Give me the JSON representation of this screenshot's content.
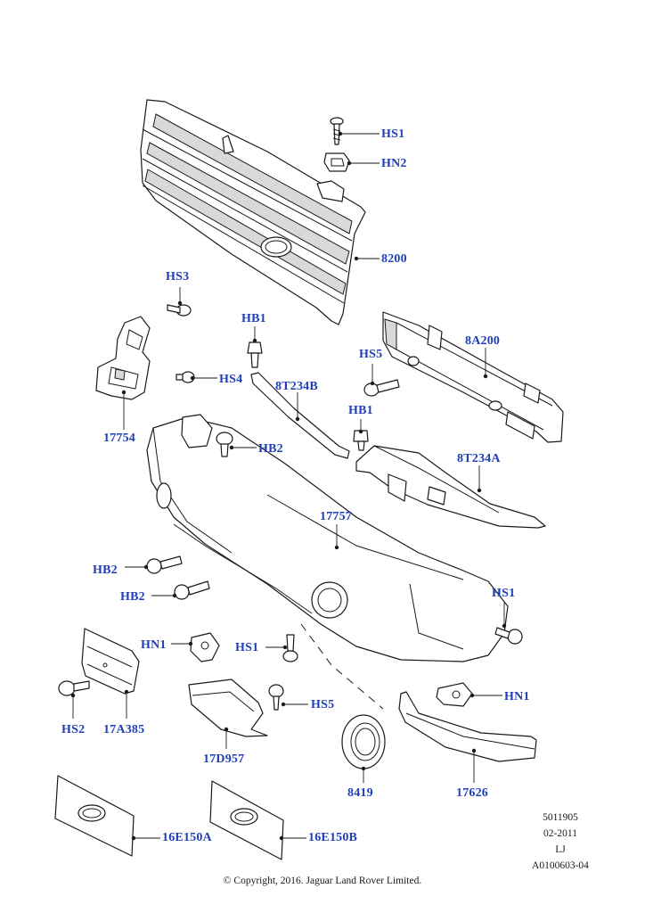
{
  "callouts": {
    "HS1_top": "HS1",
    "HN2": "HN2",
    "p8200": "8200",
    "HS3": "HS3",
    "HB1_left": "HB1",
    "p8A200": "8A200",
    "HS5_mid": "HS5",
    "HS4": "HS4",
    "p8T234B": "8T234B",
    "HB1_right": "HB1",
    "p17754": "17754",
    "HB2_top": "HB2",
    "p8T234A": "8T234A",
    "p17757": "17757",
    "HB2_mid": "HB2",
    "HB2_low": "HB2",
    "HS1_right": "HS1",
    "HN1_left": "HN1",
    "HS1_mid": "HS1",
    "HN1_right": "HN1",
    "HS5_low": "HS5",
    "HS2": "HS2",
    "p17A385": "17A385",
    "p17D957": "17D957",
    "p8419": "8419",
    "p17626": "17626",
    "p16E150A": "16E150A",
    "p16E150B": "16E150B"
  },
  "meta": {
    "code": "5011905",
    "date": "02-2011",
    "initials": "LJ",
    "ref": "A0100603-04"
  },
  "copyright": "© Copyright, 2016. Jaguar Land Rover Limited.",
  "colors": {
    "callout": "#1f3fb8",
    "line": "#1a1a1a"
  }
}
